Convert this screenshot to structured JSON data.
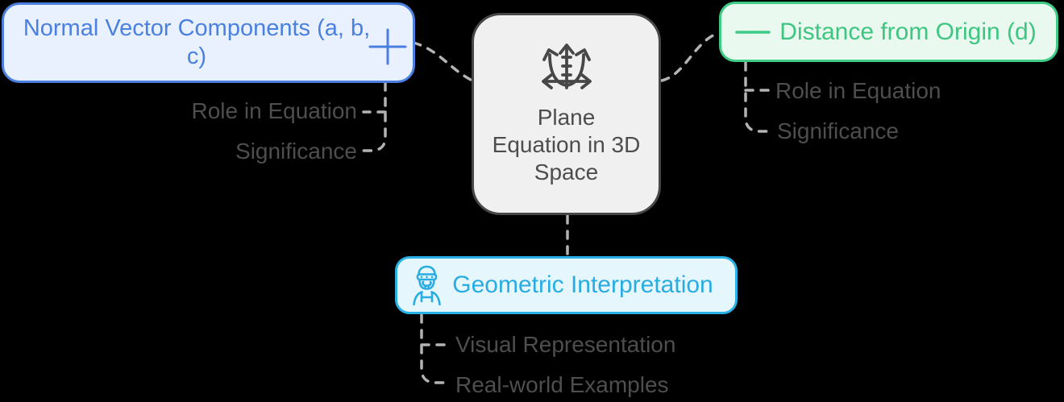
{
  "app": {
    "type": "mindmap",
    "background_color": "#000000",
    "connector_color": "#b3b3b3",
    "label_color": "#4e4e4e"
  },
  "center_node": {
    "title": "Plane Equation in 3D Space",
    "icon": "3d-axes-icon",
    "fill_color": "#f0f0f0",
    "border_color": "#474747",
    "text_color": "#4d4d4d"
  },
  "branches": {
    "normal_vector": {
      "title": "Normal Vector Components (a, b, c)",
      "icon": "plus-icon",
      "accent_color": "#4a7fe0",
      "fill_color": "#e9f0fe",
      "children": {
        "role": "Role in Equation",
        "significance": "Significance"
      }
    },
    "distance": {
      "title": "Distance from Origin (d)",
      "icon": "minus-icon",
      "accent_color": "#3ecb86",
      "fill_color": "#e9f9f0",
      "children": {
        "role": "Role in Equation",
        "significance": "Significance"
      }
    },
    "geometric": {
      "title": "Geometric Interpretation",
      "icon": "worker-icon",
      "accent_color": "#28b1e6",
      "fill_color": "#e5f6fd",
      "children": {
        "visual": "Visual Representation",
        "examples": "Real-world Examples"
      }
    }
  }
}
